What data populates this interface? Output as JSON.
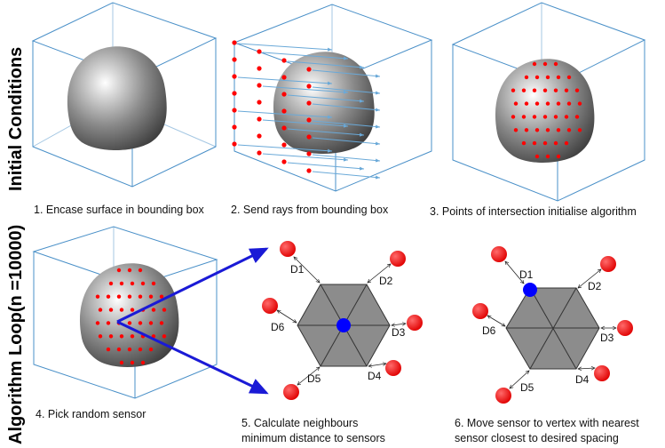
{
  "row_labels": {
    "top": "Initial Conditions",
    "bottom": "Algorithm Loop(n =10000)"
  },
  "captions": {
    "c1": "1. Encase surface in bounding box",
    "c2": "2. Send rays from bounding box",
    "c3": "3. Points of intersection initialise algorithm",
    "c4": "4. Pick random sensor",
    "c5_line1": "5. Calculate neighbours",
    "c5_line2": "minimum distance to sensors",
    "c6_line1": "6. Move sensor to vertex with nearest",
    "c6_line2": "sensor closest to desired spacing"
  },
  "panel5_labels": {
    "d1": "D1",
    "d2": "D2",
    "d3": "D3",
    "d4": "D4",
    "d5": "D5",
    "d6": "D6"
  },
  "panel6_labels": {
    "d1": "D1",
    "d2": "D2",
    "d3": "D3",
    "d4": "D4",
    "d5": "D5",
    "d6": "D6"
  },
  "colors": {
    "box": "#4a90c8",
    "sensor": "#ff0000",
    "selected_sensor": "#0000ff",
    "arrow": "#1a1ad6",
    "hexagon": "#8c8c8c",
    "ray": "#4a90c8"
  }
}
